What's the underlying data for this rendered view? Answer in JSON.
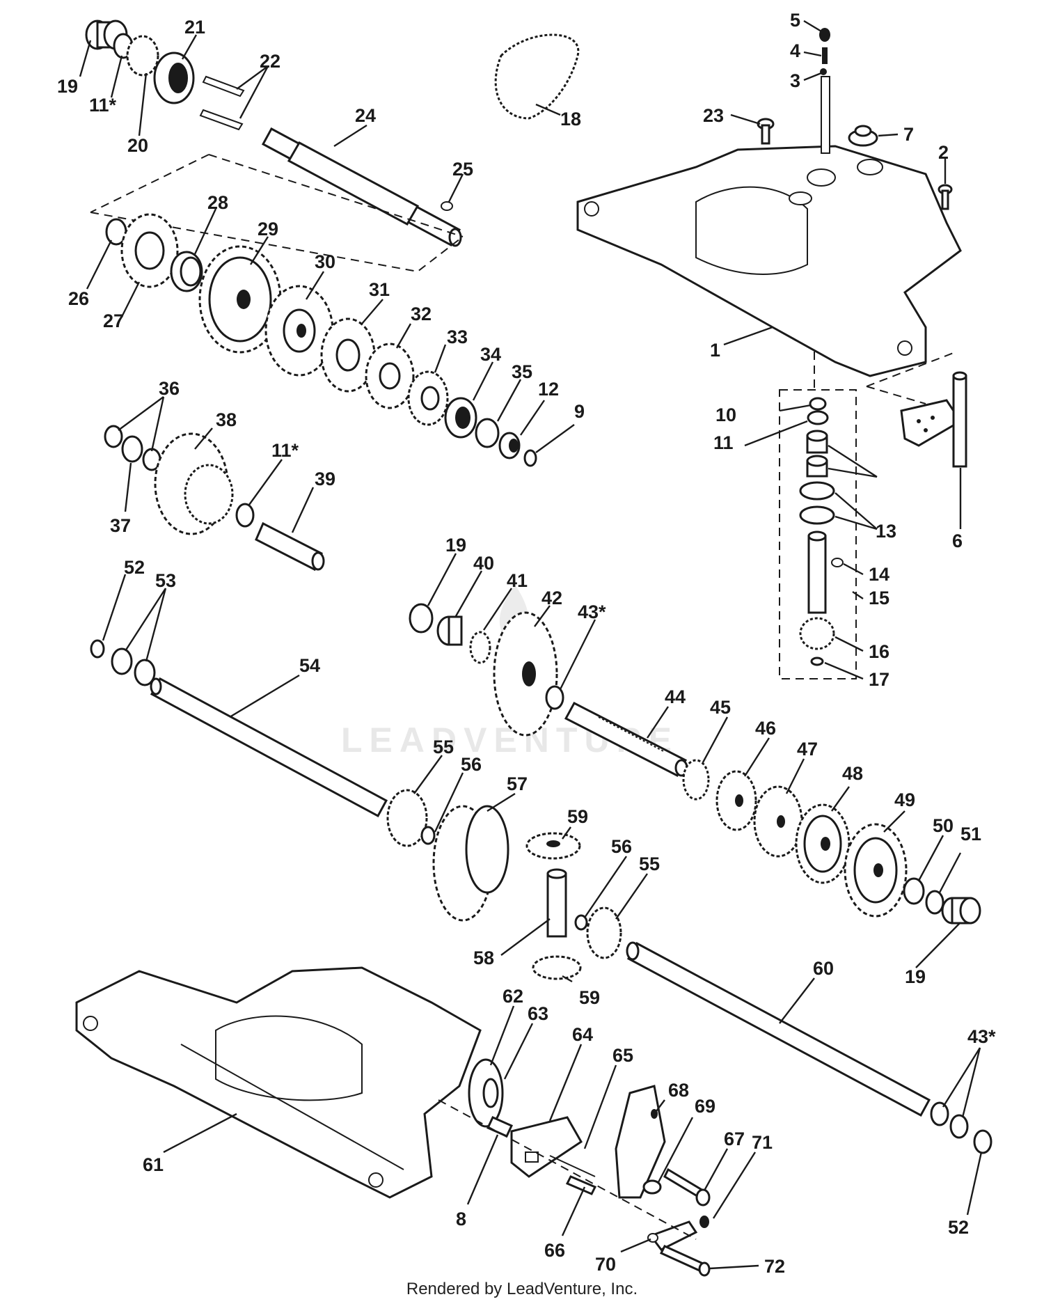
{
  "diagram": {
    "watermark": "LEADVENTURE",
    "footer": "Rendered by LeadVenture, Inc.",
    "callouts": [
      {
        "id": "c19a",
        "text": "19"
      },
      {
        "id": "c11a",
        "text": "11*"
      },
      {
        "id": "c20",
        "text": "20"
      },
      {
        "id": "c21",
        "text": "21"
      },
      {
        "id": "c22",
        "text": "22"
      },
      {
        "id": "c24",
        "text": "24"
      },
      {
        "id": "c25",
        "text": "25"
      },
      {
        "id": "c18",
        "text": "18"
      },
      {
        "id": "c5",
        "text": "5"
      },
      {
        "id": "c4",
        "text": "4"
      },
      {
        "id": "c3",
        "text": "3"
      },
      {
        "id": "c23",
        "text": "23"
      },
      {
        "id": "c7",
        "text": "7"
      },
      {
        "id": "c2",
        "text": "2"
      },
      {
        "id": "c1",
        "text": "1"
      },
      {
        "id": "c26",
        "text": "26"
      },
      {
        "id": "c27",
        "text": "27"
      },
      {
        "id": "c28",
        "text": "28"
      },
      {
        "id": "c29",
        "text": "29"
      },
      {
        "id": "c30",
        "text": "30"
      },
      {
        "id": "c31",
        "text": "31"
      },
      {
        "id": "c32",
        "text": "32"
      },
      {
        "id": "c33",
        "text": "33"
      },
      {
        "id": "c34",
        "text": "34"
      },
      {
        "id": "c35",
        "text": "35"
      },
      {
        "id": "c12",
        "text": "12"
      },
      {
        "id": "c9",
        "text": "9"
      },
      {
        "id": "c10",
        "text": "10"
      },
      {
        "id": "c11b",
        "text": "11"
      },
      {
        "id": "c13",
        "text": "13"
      },
      {
        "id": "c14",
        "text": "14"
      },
      {
        "id": "c15",
        "text": "15"
      },
      {
        "id": "c16",
        "text": "16"
      },
      {
        "id": "c17",
        "text": "17"
      },
      {
        "id": "c6",
        "text": "6"
      },
      {
        "id": "c36",
        "text": "36"
      },
      {
        "id": "c37",
        "text": "37"
      },
      {
        "id": "c38",
        "text": "38"
      },
      {
        "id": "c11c",
        "text": "11*"
      },
      {
        "id": "c39",
        "text": "39"
      },
      {
        "id": "c52a",
        "text": "52"
      },
      {
        "id": "c53",
        "text": "53"
      },
      {
        "id": "c54",
        "text": "54"
      },
      {
        "id": "c19b",
        "text": "19"
      },
      {
        "id": "c40",
        "text": "40"
      },
      {
        "id": "c41",
        "text": "41"
      },
      {
        "id": "c42",
        "text": "42"
      },
      {
        "id": "c43a",
        "text": "43*"
      },
      {
        "id": "c44",
        "text": "44"
      },
      {
        "id": "c45",
        "text": "45"
      },
      {
        "id": "c46",
        "text": "46"
      },
      {
        "id": "c47",
        "text": "47"
      },
      {
        "id": "c48",
        "text": "48"
      },
      {
        "id": "c49",
        "text": "49"
      },
      {
        "id": "c50",
        "text": "50"
      },
      {
        "id": "c51",
        "text": "51"
      },
      {
        "id": "c55a",
        "text": "55"
      },
      {
        "id": "c56a",
        "text": "56"
      },
      {
        "id": "c57",
        "text": "57"
      },
      {
        "id": "c59a",
        "text": "59"
      },
      {
        "id": "c56b",
        "text": "56"
      },
      {
        "id": "c55b",
        "text": "55"
      },
      {
        "id": "c58",
        "text": "58"
      },
      {
        "id": "c59b",
        "text": "59"
      },
      {
        "id": "c19c",
        "text": "19"
      },
      {
        "id": "c60",
        "text": "60"
      },
      {
        "id": "c43b",
        "text": "43*"
      },
      {
        "id": "c52b",
        "text": "52"
      },
      {
        "id": "c61",
        "text": "61"
      },
      {
        "id": "c62",
        "text": "62"
      },
      {
        "id": "c63",
        "text": "63"
      },
      {
        "id": "c64",
        "text": "64"
      },
      {
        "id": "c65",
        "text": "65"
      },
      {
        "id": "c8",
        "text": "8"
      },
      {
        "id": "c66",
        "text": "66"
      },
      {
        "id": "c68",
        "text": "68"
      },
      {
        "id": "c69",
        "text": "69"
      },
      {
        "id": "c67",
        "text": "67"
      },
      {
        "id": "c71",
        "text": "71"
      },
      {
        "id": "c70",
        "text": "70"
      },
      {
        "id": "c72",
        "text": "72"
      }
    ]
  }
}
